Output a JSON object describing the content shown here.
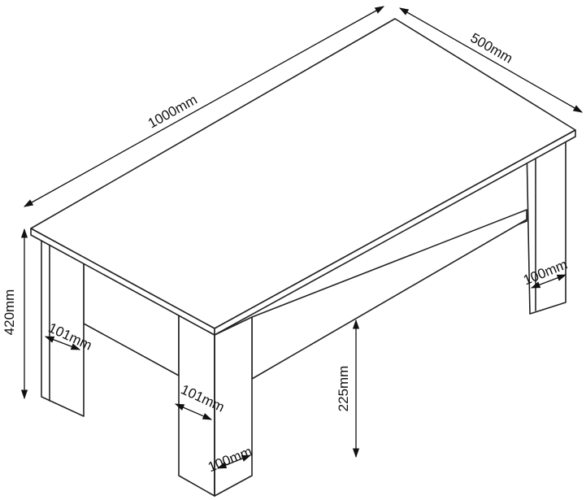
{
  "dimensions": {
    "length": "1000mm",
    "depth": "500mm",
    "height": "420mm",
    "front_leg_width": "101mm",
    "left_leg_width": "101mm",
    "front_leg_depth": "100mm",
    "right_leg_depth": "100mm",
    "clearance": "225mm"
  }
}
